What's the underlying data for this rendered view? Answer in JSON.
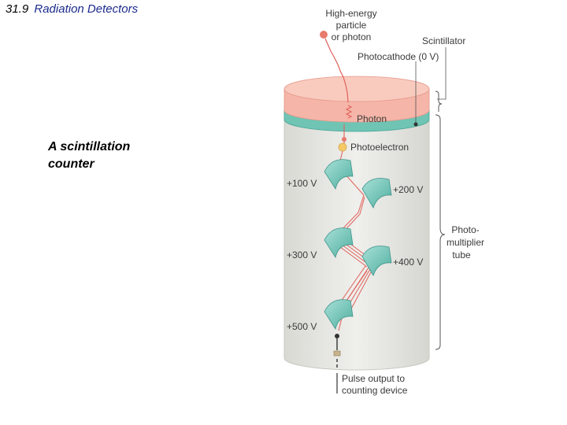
{
  "header": {
    "section": "31.9",
    "title": "Radiation Detectors"
  },
  "caption": "A scintillation\ncounter",
  "diagram": {
    "labels": {
      "particle_line1": "High-energy",
      "particle_line2": "particle",
      "particle_line3": "or photon",
      "scintillator": "Scintillator",
      "photocathode": "Photocathode (0 V)",
      "photon": "Photon",
      "photoelectron": "Photoelectron",
      "tube_line1": "Photo-",
      "tube_line2": "multiplier",
      "tube_line3": "tube",
      "output_line1": "Pulse output to",
      "output_line2": "counting device"
    },
    "dynodes": [
      {
        "voltage": "+100 V"
      },
      {
        "voltage": "+200 V"
      },
      {
        "voltage": "+300 V"
      },
      {
        "voltage": "+400 V"
      },
      {
        "voltage": "+500 V"
      }
    ],
    "colors": {
      "scintillator": "#f5b5a8",
      "photocathode": "#6fc4b4",
      "tube_body": "#e6e6e2",
      "dynode": "#7ecfc4",
      "electron_path": "#e0615a",
      "particle": "#e87a6c",
      "photoelectron": "#f4c96a"
    }
  }
}
